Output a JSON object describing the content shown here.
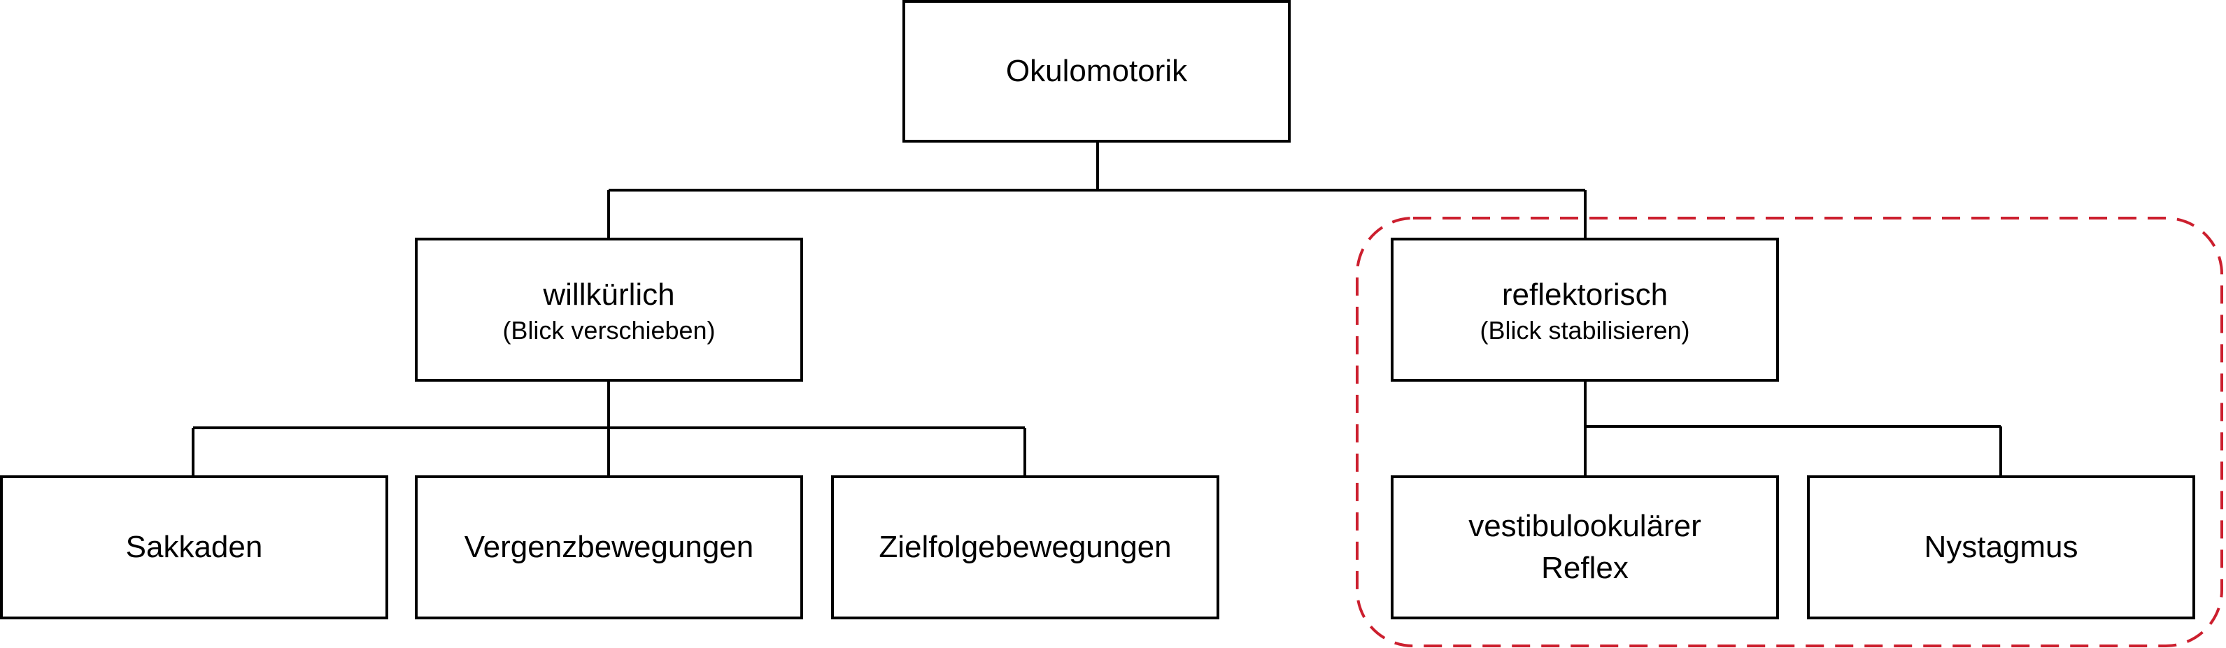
{
  "root": {
    "label": "Okulomotorik"
  },
  "voluntary": {
    "label": "willkürlich",
    "sublabel": "(Blick verschieben)"
  },
  "reflexive": {
    "label": "reflektorisch",
    "sublabel": "(Blick stabilisieren)"
  },
  "voluntary_children": [
    {
      "label": "Sakkaden"
    },
    {
      "label": "Vergenzbewegungen"
    },
    {
      "label": "Zielfolgebewegungen"
    }
  ],
  "reflexive_children": [
    {
      "label_line1": "vestibulookulärer",
      "label_line2": "Reflex"
    },
    {
      "label": "Nystagmus"
    }
  ],
  "highlight": {
    "color": "#cc1f2e",
    "style": "dashed"
  }
}
